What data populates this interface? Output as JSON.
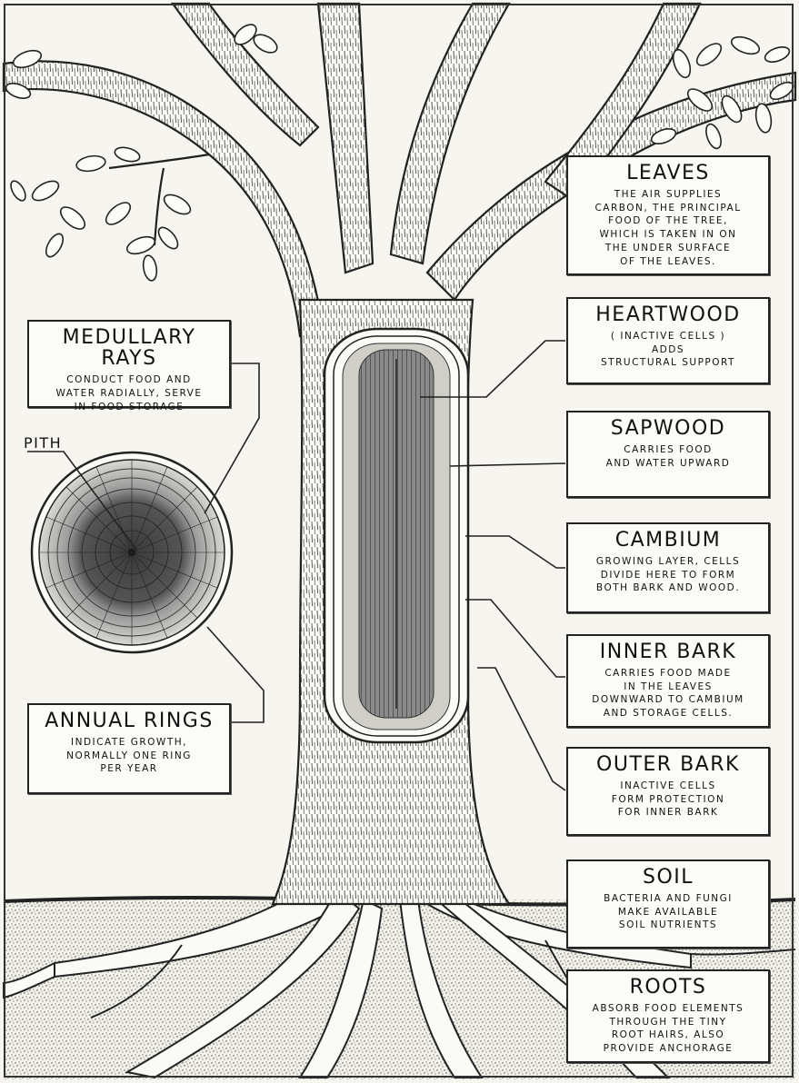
{
  "labels": {
    "leaves": {
      "title": "LEAVES",
      "body": "THE AIR SUPPLIES\nCARBON, THE PRINCIPAL\nFOOD OF THE TREE,\nWHICH IS TAKEN IN ON\nTHE UNDER SURFACE\nOF THE LEAVES."
    },
    "heartwood": {
      "title": "HEARTWOOD",
      "body": "( INACTIVE CELLS )\nADDS\nSTRUCTURAL SUPPORT"
    },
    "sapwood": {
      "title": "SAPWOOD",
      "body": "CARRIES FOOD\nAND WATER UPWARD"
    },
    "cambium": {
      "title": "CAMBIUM",
      "body": "GROWING LAYER, CELLS\nDIVIDE HERE TO FORM\nBOTH BARK AND WOOD."
    },
    "inner_bark": {
      "title": "INNER BARK",
      "body": "CARRIES FOOD MADE\nIN THE LEAVES\nDOWNWARD TO CAMBIUM\nAND STORAGE CELLS."
    },
    "outer_bark": {
      "title": "OUTER BARK",
      "body": "INACTIVE CELLS\nFORM PROTECTION\nFOR INNER BARK"
    },
    "soil": {
      "title": "SOIL",
      "body": "BACTERIA AND FUNGI\nMAKE AVAILABLE\nSOIL NUTRIENTS"
    },
    "roots": {
      "title": "ROOTS",
      "body": "ABSORB FOOD ELEMENTS\nTHROUGH THE TINY\nROOT HAIRS, ALSO\nPROVIDE ANCHORAGE"
    },
    "medullary_rays": {
      "title": "MEDULLARY RAYS",
      "body": "CONDUCT FOOD AND\nWATER RADIALLY, SERVE\nIN FOOD STORAGE"
    },
    "annual_rings": {
      "title": "ANNUAL RINGS",
      "body": "INDICATE GROWTH,\nNORMALLY ONE RING\nPER YEAR"
    },
    "pith": "PITH"
  }
}
